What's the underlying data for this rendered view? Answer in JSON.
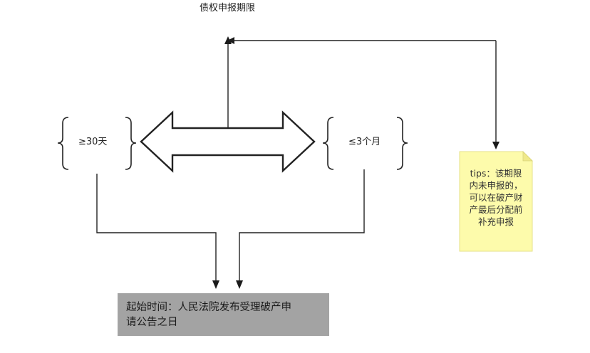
{
  "min_period_label": "≥30天",
  "max_period_label": "≤3个月",
  "center_arrow_label": "债权申报期限",
  "tip_note": {
    "lines": [
      "tips：该期限",
      "内未申报的，",
      "可以在破产财",
      "产最后分配前",
      "补充申报"
    ],
    "color": "#fdfbab"
  },
  "start_box": {
    "lines": [
      "起始时间：人民法院发布受理破产申",
      "请公告之日"
    ],
    "color": "#a3a3a3"
  }
}
